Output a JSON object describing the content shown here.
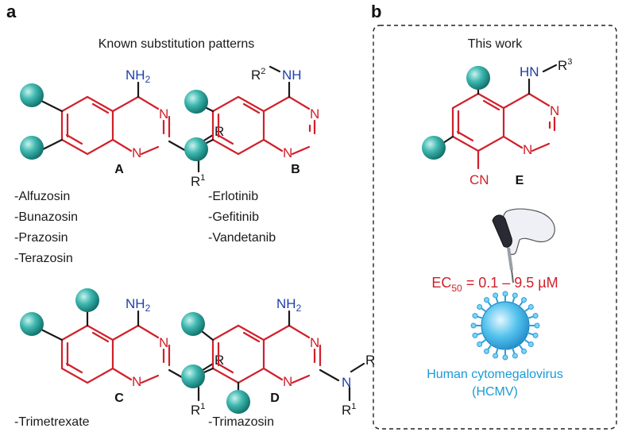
{
  "panel_a": {
    "letter": "a",
    "heading": "Known substitution patterns",
    "scaffold_A": {
      "label": "A",
      "amine": "NH",
      "amine_sub": "2",
      "n1": "N",
      "n2": "N",
      "n_side": "N",
      "r_top": "R",
      "r_bottom": "R",
      "r_bottom_sup": "1"
    },
    "scaffold_B": {
      "label": "B",
      "amine": "NH",
      "r_prefix": "R",
      "r_prefix_sup": "2",
      "n1": "N",
      "n2": "N"
    },
    "scaffold_C": {
      "label": "C",
      "amine": "NH",
      "amine_sub": "2",
      "n1": "N",
      "n2": "N",
      "n_side": "N",
      "r_top": "R",
      "r_bottom": "R",
      "r_bottom_sup": "1"
    },
    "scaffold_D": {
      "label": "D",
      "amine": "NH",
      "amine_sub": "2",
      "n1": "N",
      "n2": "N",
      "n_side": "N",
      "r_top": "R",
      "r_bottom": "R",
      "r_bottom_sup": "1"
    },
    "drugs_A": [
      "-Alfuzosin",
      "-Bunazosin",
      "-Prazosin",
      "-Terazosin"
    ],
    "drugs_B": [
      "-Erlotinib",
      "-Gefitinib",
      "-Vandetanib"
    ],
    "drugs_C": [
      "-Trimetrexate"
    ],
    "drugs_D": [
      "-Trimazosin"
    ]
  },
  "panel_b": {
    "letter": "b",
    "heading": "This work",
    "scaffold_E": {
      "label": "E",
      "amine": "HN",
      "r_suffix": "R",
      "r_suffix_sup": "3",
      "n1": "N",
      "n2": "N",
      "cn": "CN"
    },
    "ec50": {
      "prefix": "EC",
      "sub": "50",
      "value": " = 0.1 – 9.5 µM"
    },
    "virus_name": "Human cytomegalovirus",
    "virus_abbrev": "(HCMV)"
  },
  "colors": {
    "ring": "#d0202a",
    "nitrogen": "#1f3fa8",
    "ball": "#2aa7a0",
    "virus": "#2aa0d8",
    "virus_text": "#1a9ad6"
  }
}
